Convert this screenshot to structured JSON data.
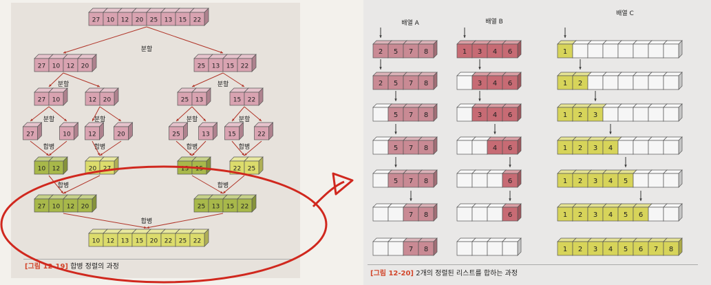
{
  "left_figure": {
    "caption_number": "[그림 12-19]",
    "caption_text": "합병 정렬의 과정",
    "split_label": "분할",
    "merge_label": "합병",
    "colors": {
      "split": "#d9a3b1",
      "merge_green": "#a8b84a",
      "merge_yellow": "#dcdc6c"
    },
    "rows": [
      {
        "kind": "split",
        "groups": [
          [
            "27",
            "10",
            "12",
            "20",
            "25",
            "13",
            "15",
            "22"
          ]
        ]
      },
      {
        "kind": "split",
        "groups": [
          [
            "27",
            "10",
            "12",
            "20"
          ],
          [
            "25",
            "13",
            "15",
            "22"
          ]
        ]
      },
      {
        "kind": "split",
        "groups": [
          [
            "27",
            "10"
          ],
          [
            "12",
            "20"
          ],
          [
            "25",
            "13"
          ],
          [
            "15",
            "22"
          ]
        ]
      },
      {
        "kind": "split",
        "groups": [
          [
            "27"
          ],
          [
            "10"
          ],
          [
            "12"
          ],
          [
            "20"
          ],
          [
            "25"
          ],
          [
            "13"
          ],
          [
            "15"
          ],
          [
            "22"
          ]
        ]
      },
      {
        "kind": "merge",
        "groups": [
          [
            "10",
            "12"
          ],
          [
            "20",
            "27"
          ],
          [
            "13",
            "15"
          ],
          [
            "22",
            "25"
          ]
        ]
      },
      {
        "kind": "merge",
        "groups": [
          [
            "27",
            "10",
            "12",
            "20"
          ],
          [
            "25",
            "13",
            "15",
            "22"
          ]
        ]
      },
      {
        "kind": "final",
        "groups": [
          [
            "10",
            "12",
            "13",
            "15",
            "20",
            "22",
            "25",
            "22"
          ]
        ]
      }
    ]
  },
  "right_figure": {
    "caption_number": "[그림 12-20]",
    "caption_text": "2개의 정렬된 리스트를 합하는 과정",
    "header_a": "배열 A",
    "header_b": "배열 B",
    "header_c": "배열 C",
    "array_a": [
      "2",
      "5",
      "7",
      "8"
    ],
    "array_b": [
      "1",
      "3",
      "4",
      "6"
    ],
    "array_c": [
      "1",
      "2",
      "3",
      "4",
      "5",
      "6",
      "7",
      "8"
    ],
    "colors": {
      "array_a": "#c98a94",
      "array_b": "#c76b74",
      "array_c": "#d7d45a",
      "empty": "#f6f6f6"
    },
    "steps": [
      {
        "a_filled": [
          true,
          true,
          true,
          true
        ],
        "b_filled": [
          true,
          true,
          true,
          true
        ],
        "c_count": 1,
        "a_ptr": 0,
        "b_ptr": 0,
        "c_ptr": 0
      },
      {
        "a_filled": [
          true,
          true,
          true,
          true
        ],
        "b_filled": [
          false,
          true,
          true,
          true
        ],
        "c_count": 2,
        "a_ptr": 0,
        "b_ptr": 1,
        "c_ptr": 1
      },
      {
        "a_filled": [
          false,
          true,
          true,
          true
        ],
        "b_filled": [
          false,
          true,
          true,
          true
        ],
        "c_count": 3,
        "a_ptr": 1,
        "b_ptr": 1,
        "c_ptr": 2
      },
      {
        "a_filled": [
          false,
          true,
          true,
          true
        ],
        "b_filled": [
          false,
          false,
          true,
          true
        ],
        "c_count": 4,
        "a_ptr": 1,
        "b_ptr": 2,
        "c_ptr": 3
      },
      {
        "a_filled": [
          false,
          true,
          true,
          true
        ],
        "b_filled": [
          false,
          false,
          false,
          true
        ],
        "c_count": 5,
        "a_ptr": 1,
        "b_ptr": 3,
        "c_ptr": 4
      },
      {
        "a_filled": [
          false,
          false,
          true,
          true
        ],
        "b_filled": [
          false,
          false,
          false,
          true
        ],
        "c_count": 6,
        "a_ptr": 2,
        "b_ptr": 3,
        "c_ptr": 5
      },
      {
        "a_filled": [
          false,
          false,
          true,
          true
        ],
        "b_filled": [
          false,
          false,
          false,
          false
        ],
        "c_count": 8,
        "a_ptr": -1,
        "b_ptr": -1,
        "c_ptr": -1
      }
    ]
  },
  "annotation": {
    "ellipse_color": "#d0281e"
  }
}
